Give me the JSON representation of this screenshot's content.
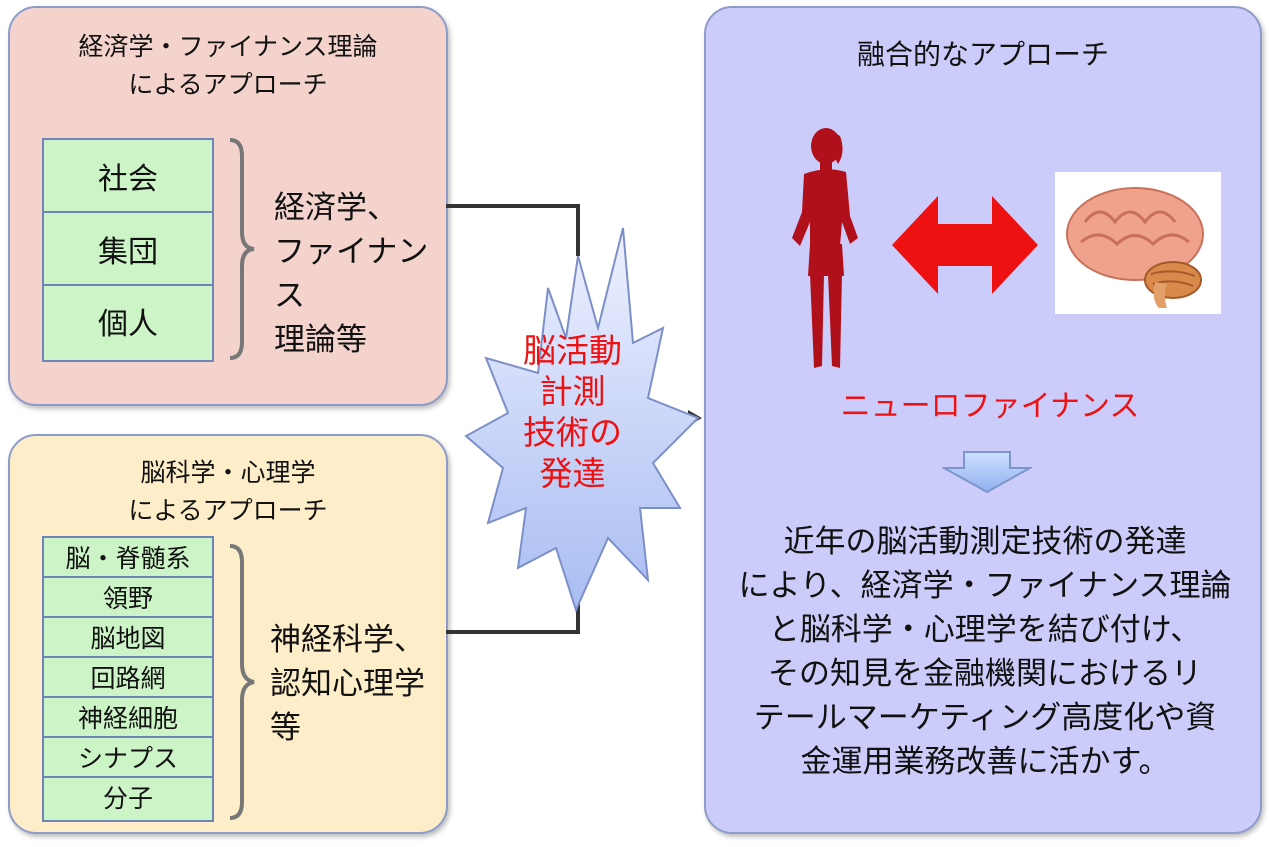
{
  "econ_panel": {
    "title_line1": "経済学・ファイナンス理論",
    "title_line2": "によるアプローチ",
    "levels": [
      "社会",
      "集団",
      "個人"
    ],
    "label_line1": "経済学、",
    "label_line2": "ファイナンス",
    "label_line3": "理論等"
  },
  "brain_panel": {
    "title_line1": "脳科学・心理学",
    "title_line2": "によるアプローチ",
    "levels": [
      "脳・脊髄系",
      "領野",
      "脳地図",
      "回路網",
      "神経細胞",
      "シナプス",
      "分子"
    ],
    "label_line1": "神経科学、",
    "label_line2": "認知心理学",
    "label_line3": "等"
  },
  "burst": {
    "line1": "脳活動",
    "line2": "計測",
    "line3": "技術の",
    "line4": "発達"
  },
  "fusion_panel": {
    "title": "融合的なアプローチ",
    "neuro_label": "ニューロファイナンス",
    "body_lines": [
      "近年の脳活動測定技術の発達",
      "により、経済学・ファイナンス理論",
      "と脳科学・心理学を結び付け、",
      "その知見を金融機関におけるリ",
      "テールマーケティング高度化や資",
      "金運用業務改善に活かす。"
    ]
  },
  "colors": {
    "econ_bg": "#f3d3cc",
    "brain_bg": "#fdedc9",
    "fusion_bg": "#ccccfa",
    "cell_bg": "#ccf4c6",
    "accent_red": "#ee1111",
    "person": "#b0101a"
  }
}
